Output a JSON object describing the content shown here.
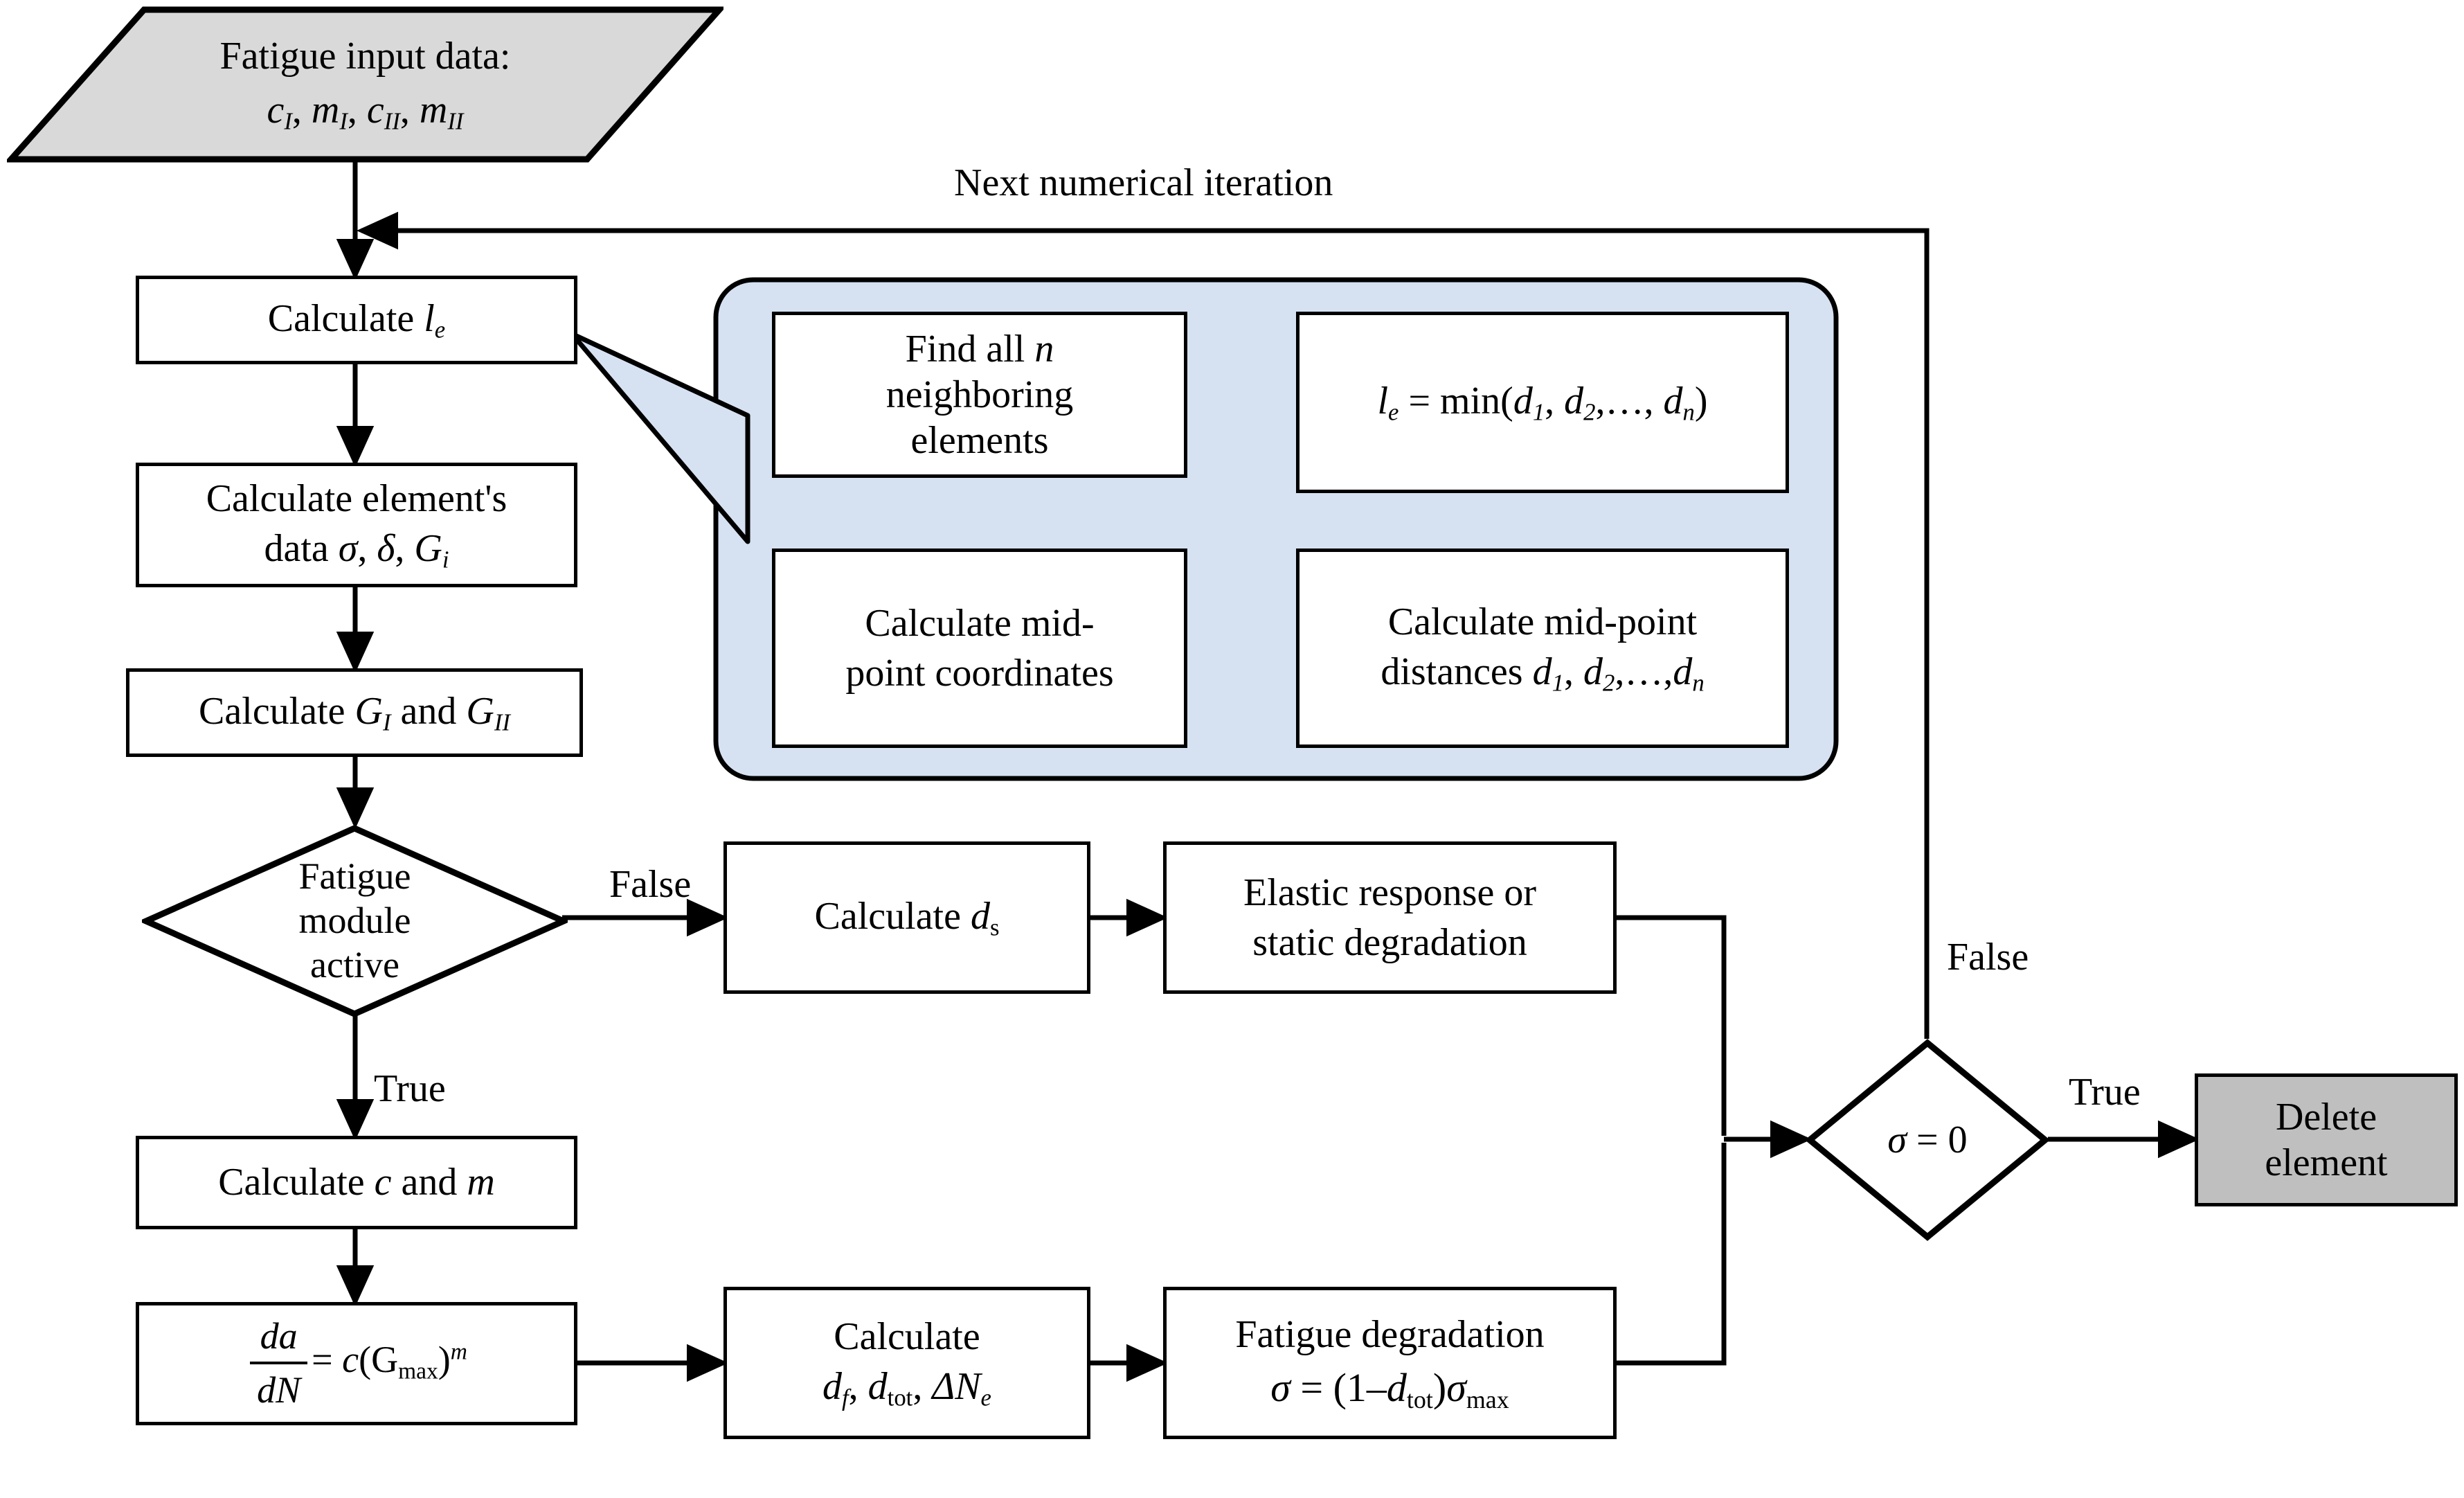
{
  "diagram": {
    "title": "Fatigue analysis numerical iteration flowchart",
    "colors": {
      "shape_fill_gray": "#d9d9d9",
      "delete_fill_gray": "#bfbfbf",
      "callout_fill_blue": "#d6e2f2",
      "stroke": "#000000",
      "canvas": "#ffffff"
    }
  },
  "nodes": {
    "input": {
      "shape": "parallelogram",
      "line1": "Fatigue input data:",
      "line2_parts": [
        {
          "base": "c",
          "sub": "I"
        },
        {
          "base": "m",
          "sub": "I"
        },
        {
          "base": "c",
          "sub": "II"
        },
        {
          "base": "m",
          "sub": "II"
        }
      ]
    },
    "calc_le": {
      "text": "Calculate",
      "var": "l",
      "sub": "e"
    },
    "calc_element_data": {
      "line1": "Calculate element's",
      "line2_prefix": "data",
      "vars": [
        "σ",
        "δ"
      ],
      "var3_base": "G",
      "var3_sub": "i"
    },
    "calc_G": {
      "prefix": "Calculate",
      "v1_base": "G",
      "v1_sub": "I",
      "joiner": "and",
      "v2_base": "G",
      "v2_sub": "II"
    },
    "fatigue_decision": {
      "line1": "Fatigue",
      "line2": "module",
      "line3": "active"
    },
    "calc_ds": {
      "prefix": "Calculate",
      "var": "d",
      "sub": "s"
    },
    "elastic_static": {
      "line1": "Elastic response or",
      "line2": "static degradation"
    },
    "calc_c_m": {
      "prefix": "Calculate",
      "v1": "c",
      "joiner": "and",
      "v2": "m"
    },
    "paris_law": {
      "num": "da",
      "den": "dN",
      "eq": "=",
      "coef": "c",
      "open": "(",
      "gbase": "G",
      "gsub": "max",
      "close": ")",
      "exp": "m"
    },
    "calc_fatigue_vars": {
      "prefix": "Calculate",
      "v1_base": "d",
      "v1_sub": "f",
      "v2_base": "d",
      "v2_sub": "tot",
      "v3_base": "ΔN",
      "v3_sub": "e"
    },
    "fatigue_degradation": {
      "line1": "Fatigue degradation",
      "sigma": "σ",
      "eq": "=",
      "open": "(",
      "one": "1",
      "minus": "–",
      "dbase": "d",
      "dsub": "tot",
      "close": ")",
      "sigma2": "σ",
      "sigma2_sub": "max"
    },
    "sigma_zero": {
      "sigma": "σ",
      "eq": "=",
      "value": "0"
    },
    "delete_element": {
      "line1": "Delete",
      "line2": "element"
    }
  },
  "callout": {
    "find_neighbors": {
      "line1_prefix": "Find all",
      "line1_var": "n",
      "line2": "neighboring",
      "line3": "elements"
    },
    "midpoint_coords": {
      "line1": "Calculate mid-",
      "line2": "point coordinates"
    },
    "midpoint_distances": {
      "line1": "Calculate mid-point",
      "line2_prefix": "distances",
      "d1_base": "d",
      "d1_sub": "1",
      "d2_base": "d",
      "d2_sub": "2",
      "ellipsis": ",…,",
      "dn_base": "d",
      "dn_sub": "n"
    },
    "le_min": {
      "lbase": "l",
      "lsub": "e",
      "eq": "=",
      "fn": "min",
      "open": "(",
      "d1_base": "d",
      "d1_sub": "1",
      "d2_base": "d",
      "d2_sub": "2",
      "ellipsis": ",…,",
      "dn_base": "d",
      "dn_sub": "n",
      "close": ")"
    }
  },
  "edge_labels": {
    "next_iteration": "Next numerical iteration",
    "fatigue_false": "False",
    "fatigue_true": "True",
    "sigma_false": "False",
    "sigma_true": "True"
  }
}
